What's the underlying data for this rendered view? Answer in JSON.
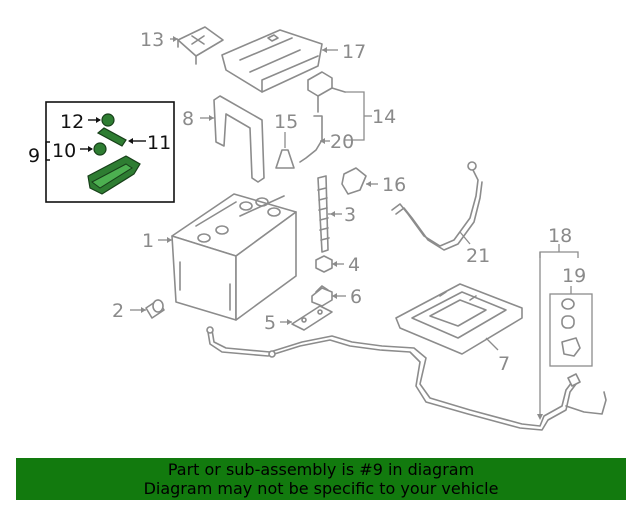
{
  "callouts": {
    "c1": "1",
    "c2": "2",
    "c3": "3",
    "c4": "4",
    "c5": "5",
    "c6": "6",
    "c7": "7",
    "c8": "8",
    "c9": "9",
    "c10": "10",
    "c11": "11",
    "c12": "12",
    "c13": "13",
    "c14": "14",
    "c15": "15",
    "c16": "16",
    "c17": "17",
    "c18": "18",
    "c19": "19",
    "c20": "20",
    "c21": "21"
  },
  "highlighted_callouts": [
    "9",
    "10",
    "11",
    "12"
  ],
  "colors": {
    "banner_bg": "#127a0e",
    "highlight_part": "#2e7d32",
    "line_art": "#8c8c8c"
  },
  "banner": {
    "line1": "Part or sub-assembly is #9 in diagram",
    "line2": "Diagram may not be specific to your vehicle"
  }
}
